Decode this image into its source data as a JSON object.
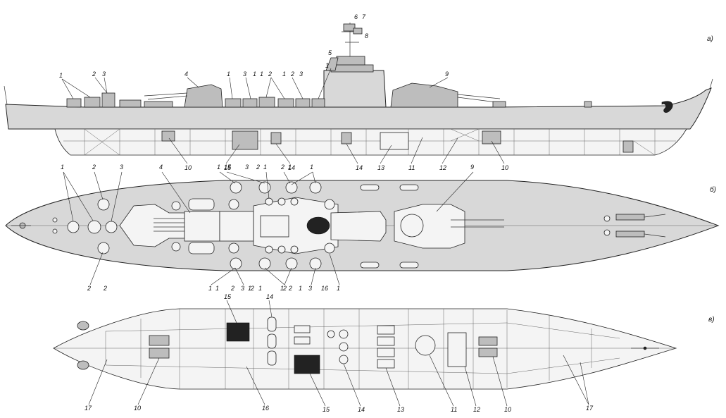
{
  "views": {
    "a": {
      "tag": "а)"
    },
    "b": {
      "tag": "б)"
    },
    "c": {
      "tag": "в)"
    }
  },
  "side_labels": [
    "1",
    "2",
    "3",
    "4",
    "1",
    "3",
    "1",
    "1",
    "2",
    "1",
    "2",
    "3",
    "1",
    "5",
    "6",
    "7",
    "8",
    "9",
    "15",
    "14",
    "14",
    "13",
    "11",
    "12",
    "10",
    "10"
  ],
  "plan_labels": [
    "1",
    "2",
    "3",
    "4",
    "1",
    "15",
    "3",
    "2",
    "1",
    "2",
    "1",
    "1",
    "2",
    "2",
    "1",
    "3",
    "1",
    "9",
    "1",
    "2",
    "1",
    "2",
    "2",
    "1",
    "3",
    "16",
    "1",
    "1",
    "2"
  ],
  "hold_labels": [
    "15",
    "14",
    "17",
    "10",
    "16",
    "15",
    "14",
    "13",
    "11",
    "12",
    "10",
    "17"
  ]
}
